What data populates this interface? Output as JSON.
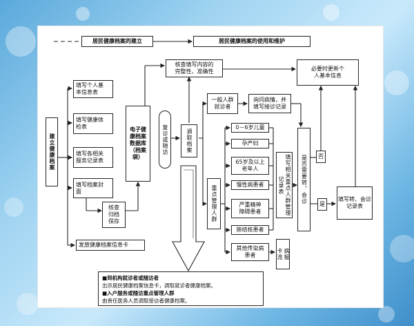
{
  "header": {
    "build_label": "居民健康档案的建立",
    "use_label": "居民健康档案的使用和维护"
  },
  "boxes": {
    "establish": "建立健康档案",
    "personal_info": "填写个人基\n本信息表",
    "health_exam": "填写健康体\n检表",
    "service_record": "填写各相关\n服务记录表",
    "cover": "填写档案封\n面",
    "check_store": "核查\n归档\n保存",
    "e_db": "电子健\n康档案\n数据库\n（档案\n袋）",
    "issue_card": "发放健康档案信息卡",
    "verify": "核查填写内容的\n完整性、准确性",
    "update": "必要时更新个\n人基本信息",
    "revisit": "复诊或随访",
    "retrieve": "调取档案",
    "general": "一般人群\n就诊者",
    "inquiry": "询问病情，并\n填写接诊记录",
    "key_groups": "重点管理人群",
    "child": "0－6岁儿童",
    "maternal": "孕产妇",
    "elderly": "65岁及以上\n老年人",
    "chronic": "慢性病患者",
    "mental": "严重精神\n障碍患者",
    "tb": "肺结核患者",
    "other_infectious": "其他传染病\n患者",
    "related_records": "填写相关重点人群管理记录表",
    "need_referral": "是否需要转、会诊",
    "no": "否",
    "yes": "是",
    "referral_record": "填写转、会诊记录表",
    "infectious_card": "传染\n病报\n卡流\n程"
  },
  "note": {
    "line1_head": "■到机构就诊者或随访者",
    "line1_body": "出示居民健康档案信息卡，调取就诊者健康档案。",
    "line2_head": "■入户服务或随访重点管理人群",
    "line2_body": "由责任医务人员调取受访者健康档案。"
  }
}
